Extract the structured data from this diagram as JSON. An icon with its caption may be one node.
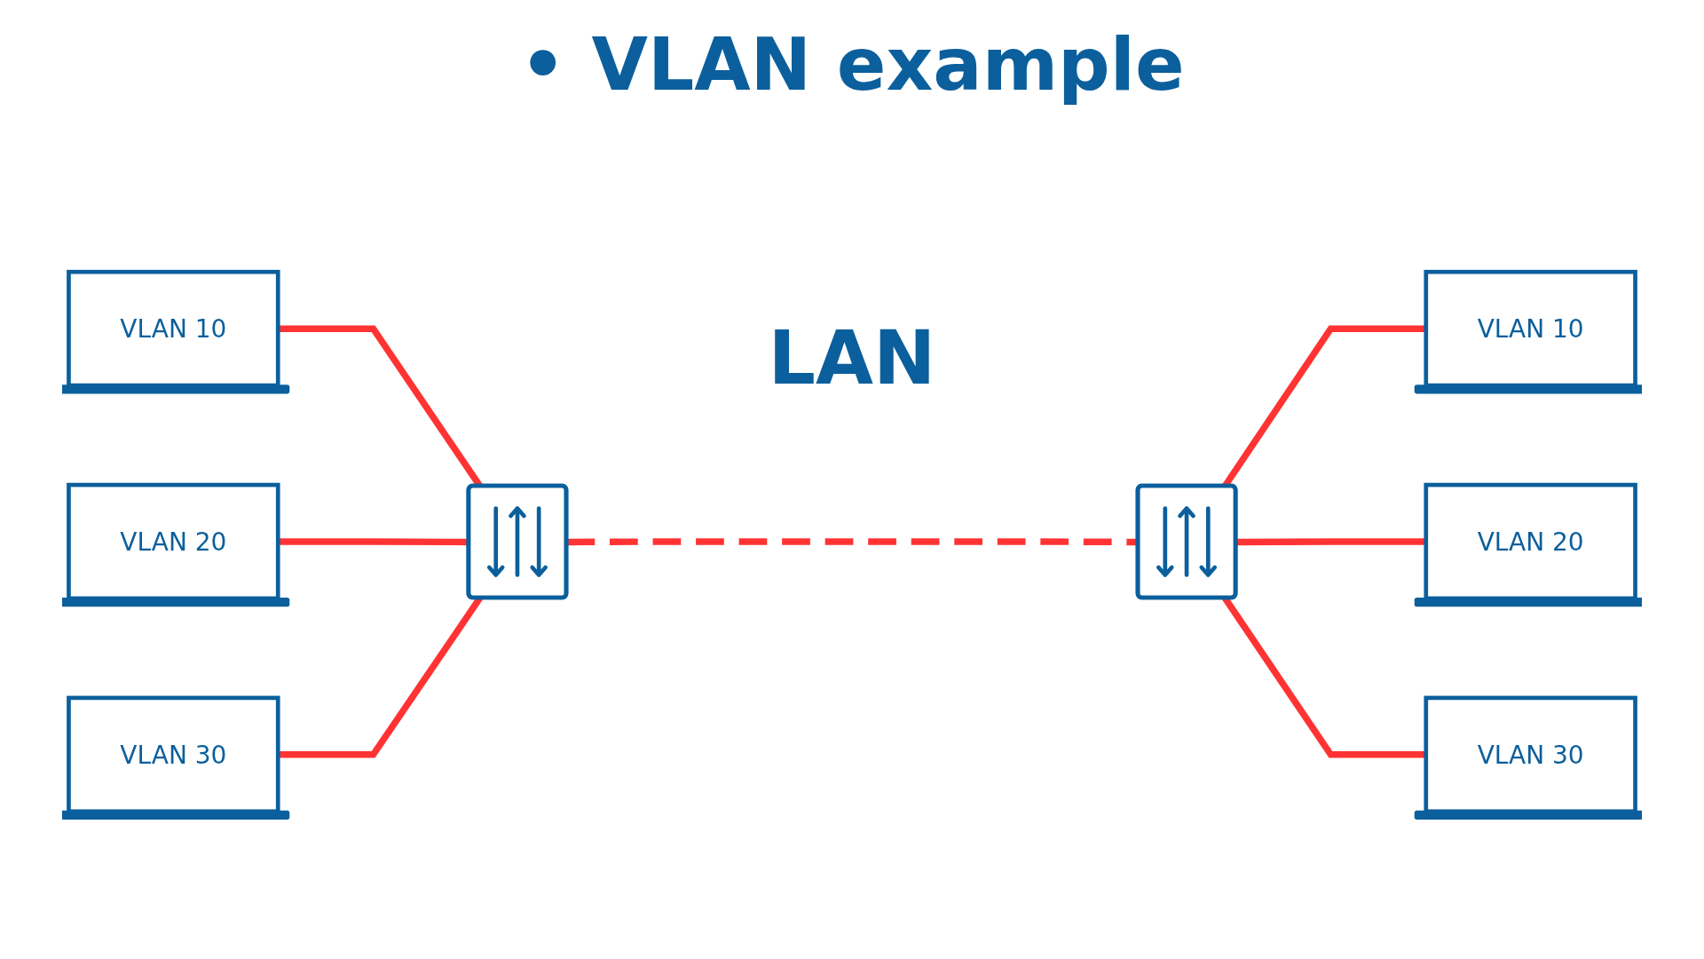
{
  "diagram": {
    "title": "• VLAN example",
    "nodes": [
      {
        "text": [
          "VLAN 10"
        ]
      },
      {
        "text": [
          "VLAN 10"
        ]
      },
      {
        "text": [
          "VLAN 20"
        ]
      },
      {
        "text": [],
        "shape": "box"
      },
      {
        "text": [],
        "shape": "box"
      },
      {
        "text": [
          "VLAN 20"
        ]
      },
      {
        "text": [
          "VLAN 30"
        ]
      },
      {
        "text": [
          "VLAN 30"
        ]
      }
    ],
    "edges": [
      {
        "from": 0,
        "to": 3,
        "arrow": "none"
      },
      {
        "from": 2,
        "to": 3,
        "arrow": "none"
      },
      {
        "from": 6,
        "to": 3,
        "arrow": "none"
      },
      {
        "from": 3,
        "to": 4,
        "arrow": "none",
        "style": "dashed"
      },
      {
        "from": 4,
        "to": 1,
        "arrow": "none"
      },
      {
        "from": 4,
        "to": 5,
        "arrow": "none"
      },
      {
        "from": 4,
        "to": 7,
        "arrow": "none"
      }
    ],
    "labels": [
      "LAN"
    ]
  }
}
